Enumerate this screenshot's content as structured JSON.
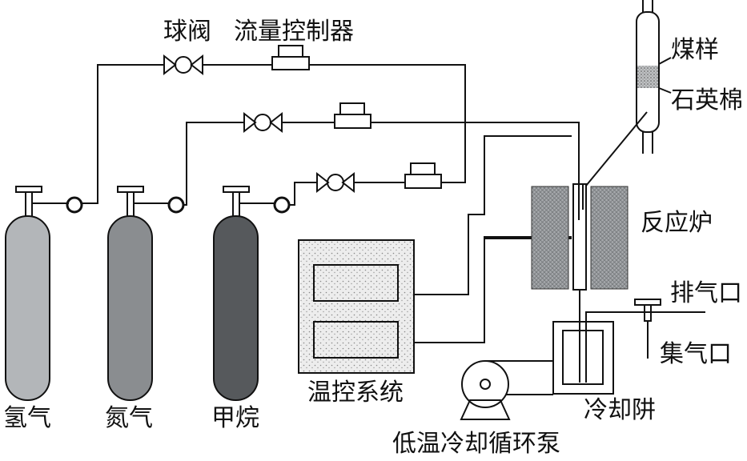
{
  "labels": {
    "ball_valve": "球阀",
    "flow_controller": "流量控制器",
    "coal_sample": "煤样",
    "quartz_wool": "石英棉",
    "reactor_furnace": "反应炉",
    "exhaust_port": "排气口",
    "collection_port": "集气口",
    "temp_control": "温控系统",
    "cold_trap": "冷却阱",
    "pump": "低温冷却循环泵",
    "hydrogen": "氢气",
    "nitrogen": "氮气",
    "methane": "甲烷"
  },
  "colors": {
    "line": "#111111",
    "hydrogen_cylinder": "#b3b6b9",
    "nitrogen_cylinder": "#8a8d90",
    "methane_cylinder": "#56595c",
    "furnace_fill": "#9c9fa2",
    "temp_box_fill": "#efefef"
  },
  "icons": [
    "gas-cylinder-icon",
    "ball-valve-icon",
    "flow-controller-icon",
    "pressure-gauge-icon",
    "pump-icon",
    "furnace-icon",
    "cold-trap-icon",
    "tube-reactor-icon"
  ]
}
